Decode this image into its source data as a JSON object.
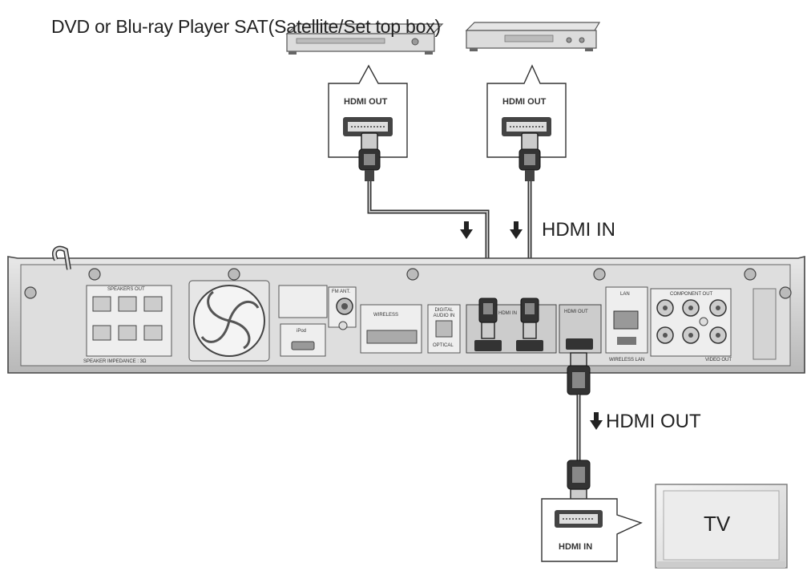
{
  "title_left": "DVD or Blu-ray Player",
  "title_right": "SAT(Satellite/Set top box)",
  "source_port_label": "HDMI OUT",
  "hdmi_in_label": "HDMI IN",
  "hdmi_out_label": "HDMI OUT",
  "tv_port_label": "HDMI IN",
  "tv_label": "TV",
  "panel_labels": {
    "speakers_out": "SPEAKERS OUT",
    "speaker_impedance": "SPEAKER IMPEDANCE : 3Ω",
    "ipod": "iPod",
    "fm_ant": "FM ANT.",
    "wireless": "WIRELESS",
    "digital_audio_in": "DIGITAL AUDIO IN",
    "optical": "OPTICAL",
    "hdmi_in": "HDMI IN",
    "hdmi_out": "HDMI OUT",
    "lan": "LAN",
    "component_out": "COMPONENT OUT",
    "wireless_lan": "WIRELESS LAN",
    "video_out": "VIDEO OUT"
  }
}
